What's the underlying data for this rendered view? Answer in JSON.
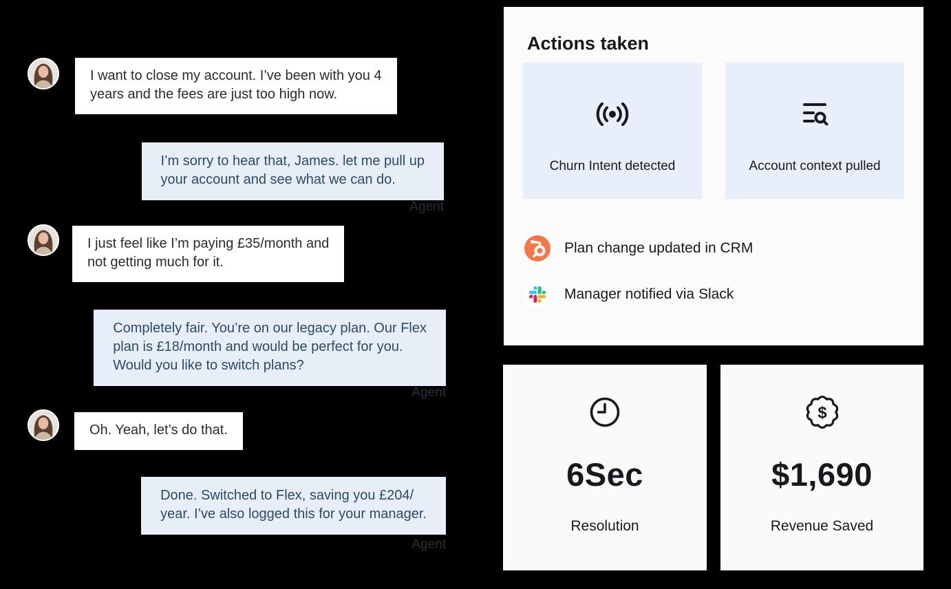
{
  "chat": {
    "messages": [
      {
        "role": "customer",
        "text": "I want to close my account. I’ve been with you 4\nyears and the fees are just too high now."
      },
      {
        "role": "agent",
        "label": "Agent",
        "text": "I’m sorry to hear that, James. let me pull up\nyour account and see what we can do."
      },
      {
        "role": "customer",
        "text": "I just feel like I’m paying £35/month and\nnot getting much for it."
      },
      {
        "role": "agent",
        "label": "Agent",
        "text": "Completely fair. You’re on our legacy plan. Our Flex\nplan is £18/month and would be perfect for you.\nWould you like to switch plans?"
      },
      {
        "role": "customer",
        "text": "Oh. Yeah, let’s do that."
      },
      {
        "role": "agent",
        "label": "Agent",
        "text": "Done. Switched to Flex, saving you £204/\nyear. I’ve also logged this for your manager."
      }
    ]
  },
  "actions_panel": {
    "title": "Actions taken",
    "tiles": [
      {
        "icon": "broadcast-icon",
        "label": "Churn Intent detected"
      },
      {
        "icon": "list-search-icon",
        "label": "Account context pulled"
      }
    ],
    "integrations": [
      {
        "icon": "hubspot-icon",
        "label": "Plan change updated in CRM"
      },
      {
        "icon": "slack-icon",
        "label": "Manager notified via Slack"
      }
    ]
  },
  "metrics": [
    {
      "icon": "clock-icon",
      "value": "6Sec",
      "label": "Resolution"
    },
    {
      "icon": "dollar-badge-icon",
      "value": "$1,690",
      "label": "Revenue Saved"
    }
  ],
  "colors": {
    "background": "#000000",
    "customer-bubble": "#ffffff",
    "customer-text": "#282c2e",
    "agent-bubble": "#e8eef7",
    "agent-text": "#2b4a63",
    "agent-label": "#2b2f36",
    "panel-bg": "#fbfbfc",
    "tile-bg": "#e9effa",
    "card-bg": "#fafafa",
    "ink": "#17191c",
    "hubspot-orange": "#f4764a",
    "slack-blue": "#36c5f0",
    "slack-green": "#2eb67d",
    "slack-yellow": "#ecb22e",
    "slack-red": "#e01e5a"
  }
}
